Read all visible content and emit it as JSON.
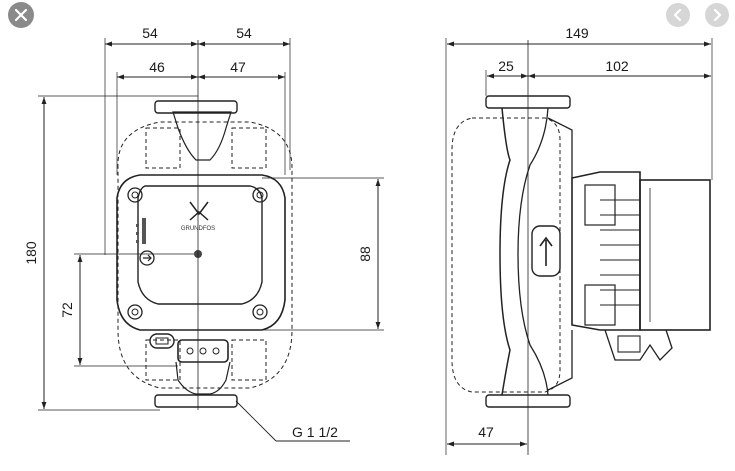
{
  "viewer": {
    "close_icon": "close-icon",
    "prev_icon": "chevron-left-icon",
    "next_icon": "chevron-right-icon"
  },
  "front_view": {
    "dim_top_left": "54",
    "dim_top_right": "54",
    "dim_inner_left": "46",
    "dim_inner_right": "47",
    "dim_height": "180",
    "dim_axis_height": "72",
    "dim_box_height": "88",
    "thread_label": "G 1 1/2"
  },
  "side_view": {
    "dim_total_length": "149",
    "dim_left_offset": "25",
    "dim_right_length": "102",
    "dim_bottom_offset": "47"
  }
}
